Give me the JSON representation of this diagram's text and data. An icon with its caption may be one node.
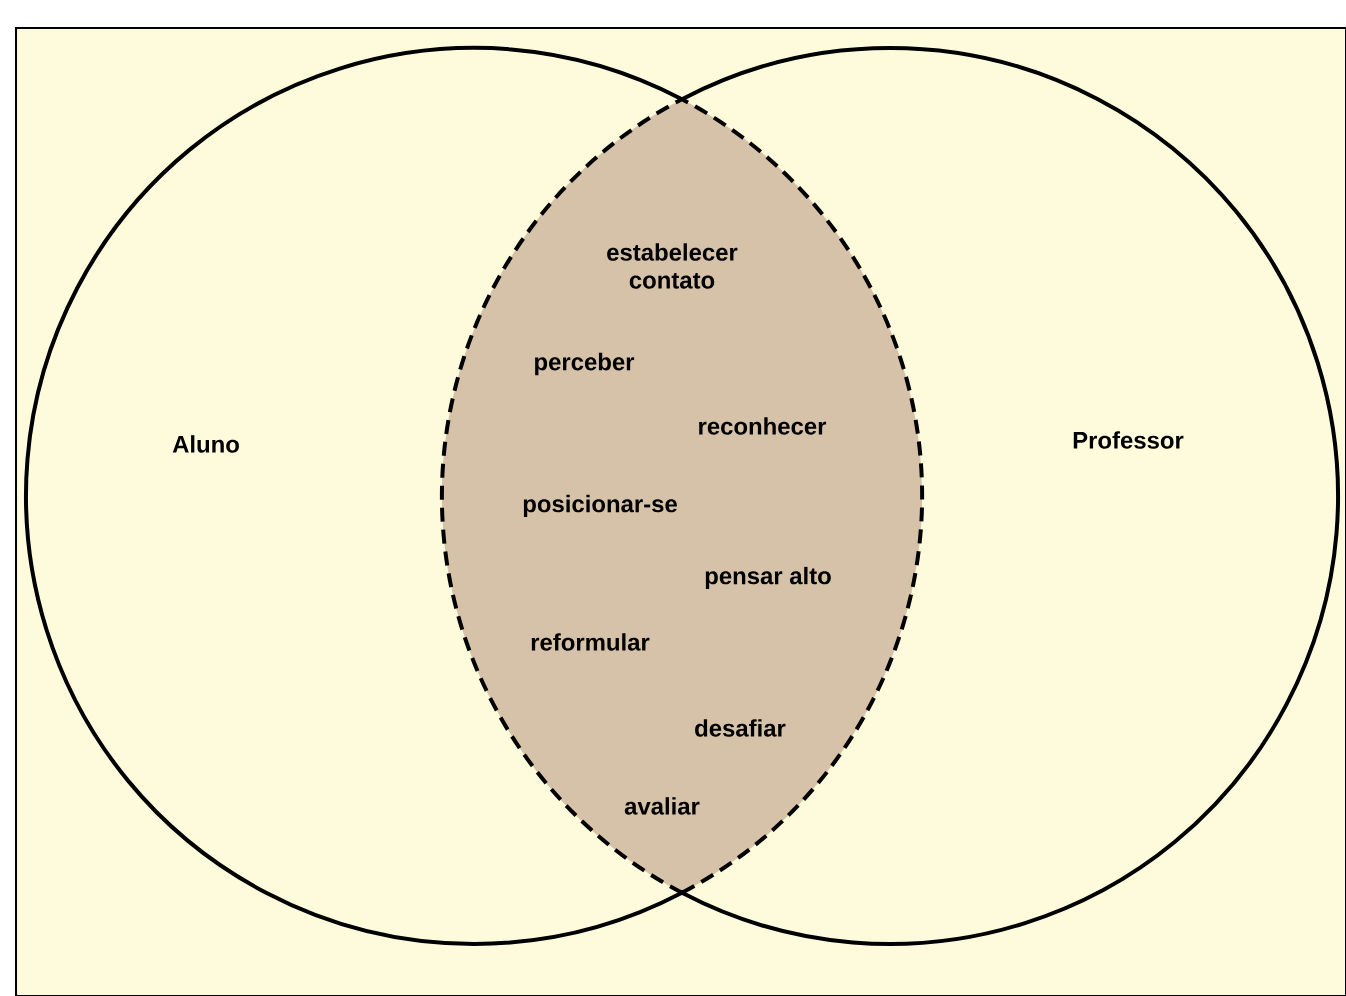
{
  "diagram": {
    "nodes": [
      {
        "text": [
          "Aluno"
        ]
      },
      {
        "text": [
          "Professor"
        ]
      },
      {
        "text": [
          "estabelecer contato",
          "perceber",
          "reconhecer",
          "posicionar-se",
          "pensar alto",
          "reformular",
          "desafiar",
          "avaliar"
        ]
      }
    ]
  }
}
